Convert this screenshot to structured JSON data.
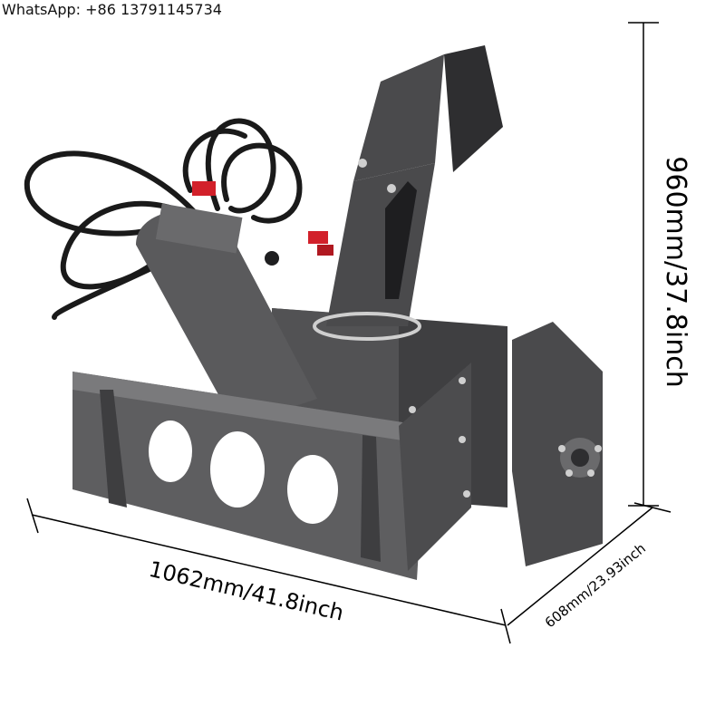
{
  "contact": {
    "whatsapp": "WhatsApp: +86 13791145734"
  },
  "dimensions": {
    "height_label": "960mm/37.8inch",
    "width_label": "1062mm/41.8inch",
    "depth_label": "608mm/23.93inch"
  },
  "colors": {
    "body_steel": "#4a4a4c",
    "dark_steel": "#2e2e30",
    "light_steel": "#6a6a6c",
    "hose": "#1a1a1a",
    "fitting_red": "#d2202a",
    "line": "#000000"
  }
}
